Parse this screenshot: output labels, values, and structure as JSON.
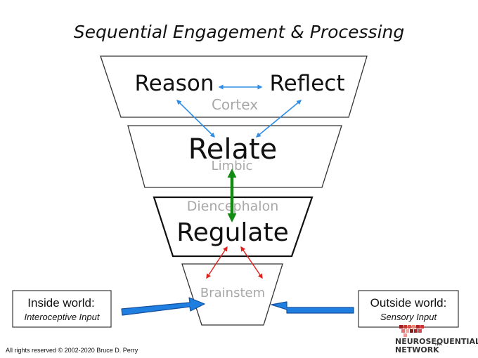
{
  "title": "Sequential Engagement & Processing",
  "tiers": {
    "cortex": {
      "left_label": "Reason",
      "right_label": "Reflect",
      "region": "Cortex"
    },
    "limbic": {
      "label": "Relate",
      "region": "Limbic"
    },
    "diencephalon": {
      "label": "Regulate",
      "region": "Diencephalon"
    },
    "brainstem": {
      "region": "Brainstem"
    }
  },
  "inputs": {
    "inside": {
      "title": "Inside world:",
      "subtitle": "Interoceptive Input"
    },
    "outside": {
      "title": "Outside world:",
      "subtitle": "Sensory Input"
    }
  },
  "footer": {
    "copyright": "All rights reserved © 2002-2020 Bruce D. Perry"
  },
  "logo": {
    "line1": "NEUROSEQUENTIAL",
    "line2": "NETWORK",
    "tm": "™"
  },
  "colors": {
    "blue_arrow": "#2f8de4",
    "green_arrow": "#138a13",
    "red_arrow": "#e0201c",
    "input_arrow_fill": "#1f7fe0",
    "input_arrow_stroke": "#154f9e",
    "logo_squares": [
      "#9e1b1f",
      "#c0392b",
      "#d9534f",
      "#e88a7a",
      "#b22222",
      "#cc3333",
      "#e57373",
      "#f4a9a0",
      "#7f1d1d",
      "#a52a2a",
      "#d14b4b",
      "#ef9a9a"
    ]
  }
}
